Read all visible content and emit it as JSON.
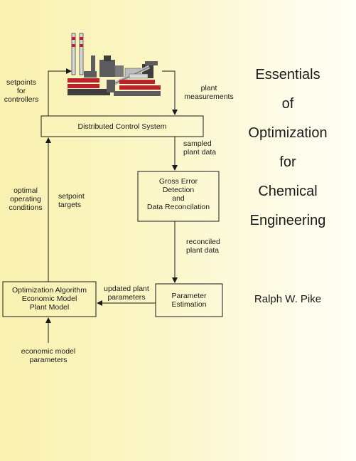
{
  "title_lines": [
    "Essentials",
    "of",
    "Optimization",
    "for",
    "Chemical",
    "Engineering"
  ],
  "author": "Ralph W. Pike",
  "boxes": {
    "dcs": "Distributed Control System",
    "gross_error": "Gross  Error\nDetection\nand\nData Reconcilation",
    "parameter_estimation": "Parameter\nEstimation",
    "optimization": "Optimization Algorithm\nEconomic Model\nPlant Model"
  },
  "labels": {
    "setpoints_for_controllers": "setpoints\nfor\ncontrollers",
    "plant_measurements": "plant\nmeasurements",
    "sampled_plant_data": "sampled\nplant data",
    "reconciled_plant_data": "reconciled\nplant data",
    "updated_plant_parameters": "updated plant\nparameters",
    "optimal_operating_conditions": "optimal\noperating\nconditions",
    "setpoint_targets": "setpoint\ntargets",
    "economic_model_parameters": "economic model\nparameters"
  },
  "colors": {
    "line": "#1a1a1a",
    "plant_red": "#b8232e",
    "plant_gray": "#5c5c5c",
    "plant_light": "#bdbdbd"
  }
}
